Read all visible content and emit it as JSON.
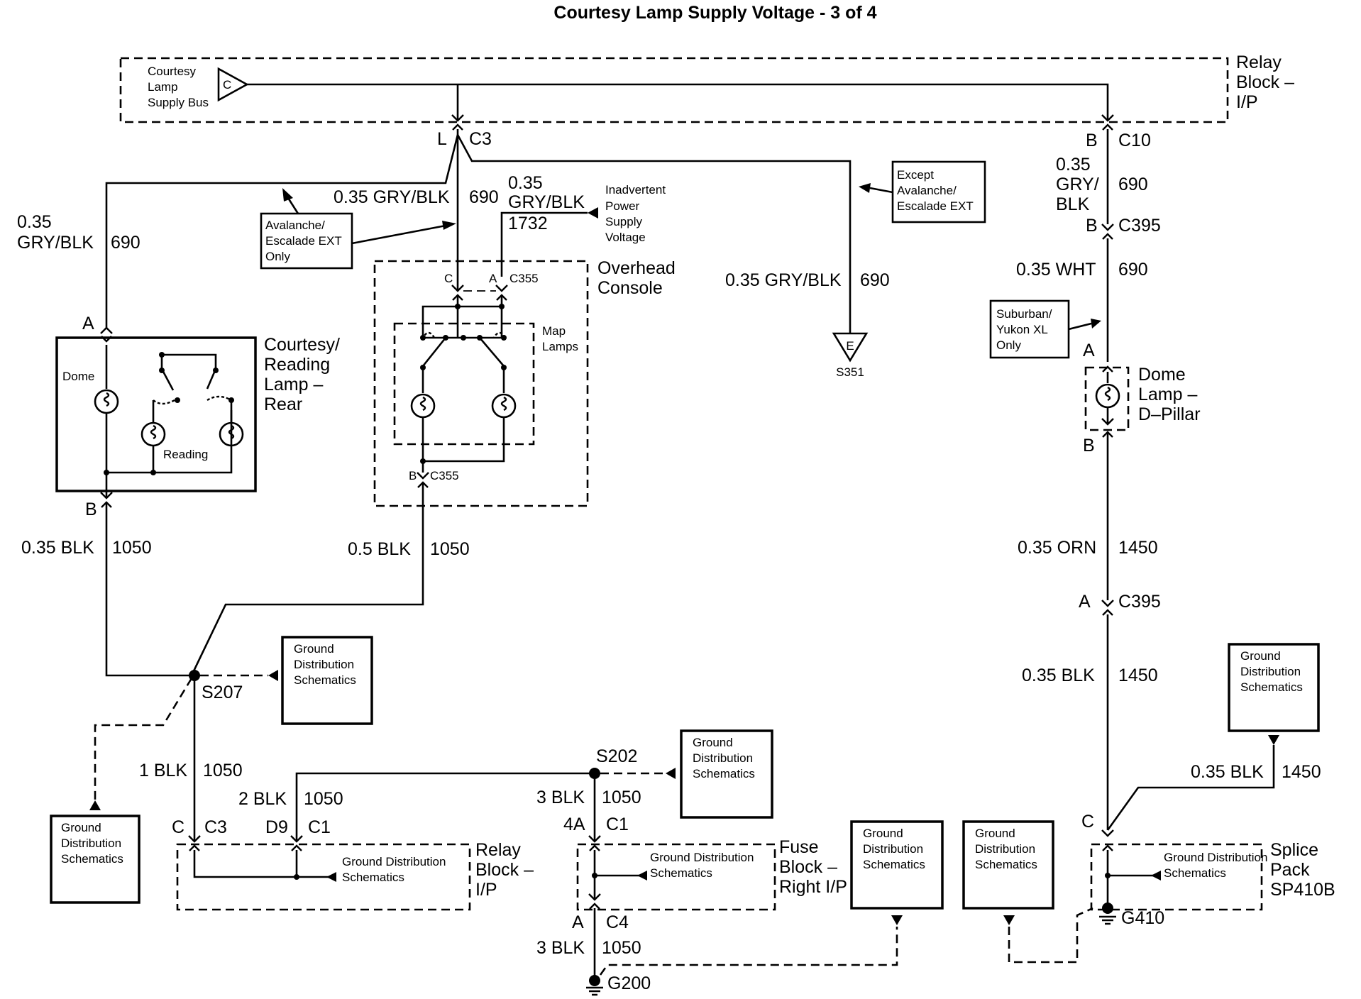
{
  "title": "Courtesy Lamp Supply Voltage - 3 of 4",
  "relay_block_top": {
    "bus_l1": "Courtesy",
    "bus_l2": "Lamp",
    "bus_l3": "Supply Bus",
    "bus_letter": "C",
    "name_l1": "Relay",
    "name_l2": "Block –",
    "name_l3": "I/P"
  },
  "connectors": {
    "l_pin": "L",
    "c3": "C3",
    "c10_pin": "B",
    "c10": "C10",
    "c395_top_pin": "B",
    "c395_top": "C395",
    "c355_pin_c": "C",
    "c355_pin_a": "A",
    "c355_top": "C355",
    "c355_pin_b": "B",
    "c355_bottom": "C355",
    "rear_pin_a": "A",
    "rear_pin_b": "B",
    "dome_pin_a": "A",
    "dome_pin_b": "B",
    "c395_bot_pin": "A",
    "c395_bot": "C395",
    "splice_pin_c": "C",
    "rb_pin_c": "C",
    "rb_c3": "C3",
    "rb_pin_d9": "D9",
    "rb_c1": "C1",
    "fb_pin": "4A",
    "fb_c1": "C1",
    "c4_pin": "A",
    "c4": "C4"
  },
  "wires": {
    "w_rear_690_size": "0.35",
    "w_rear_690_color": "GRY/BLK",
    "w_rear_690_circuit": "690",
    "w_oc_690_label": "0.35 GRY/BLK",
    "w_oc_690_circuit": "690",
    "w_1732_size": "0.35",
    "w_1732_color": "GRY/BLK",
    "w_1732_circuit": "1732",
    "w_s351_label": "0.35 GRY/BLK",
    "w_s351_circuit": "690",
    "w_c10_size": "0.35",
    "w_c10_color1": "GRY/",
    "w_c10_color2": "BLK",
    "w_c10_circuit": "690",
    "w_wht_label": "0.35 WHT",
    "w_wht_circuit": "690",
    "w_orn_label": "0.35 ORN",
    "w_orn_circuit": "1450",
    "w_blk1450_label": "0.35 BLK",
    "w_blk1450_circuit": "1450",
    "w_blk1450b_label": "0.35 BLK",
    "w_blk1450b_circuit": "1450",
    "w_rear_1050_label": "0.35 BLK",
    "w_rear_1050_circuit": "1050",
    "w_oc_1050_label": "0.5 BLK",
    "w_oc_1050_circuit": "1050",
    "w_1blk_label": "1 BLK",
    "w_1blk_circuit": "1050",
    "w_2blk_label": "2 BLK",
    "w_2blk_circuit": "1050",
    "w_3blk_label": "3 BLK",
    "w_3blk_circuit": "1050",
    "w_3blk_b_label": "3 BLK",
    "w_3blk_b_circuit": "1050"
  },
  "notes": {
    "avalanche_l1": "Avalanche/",
    "avalanche_l2": "Escalade EXT",
    "avalanche_l3": "Only",
    "except_l1": "Except",
    "except_l2": "Avalanche/",
    "except_l3": "Escalade EXT",
    "suburban_l1": "Suburban/",
    "suburban_l2": "Yukon XL",
    "suburban_l3": "Only",
    "inadvertent_l1": "Inadvertent",
    "inadvertent_l2": "Power",
    "inadvertent_l3": "Supply",
    "inadvertent_l4": "Voltage"
  },
  "components": {
    "rear_l1": "Courtesy/",
    "rear_l2": "Reading",
    "rear_l3": "Lamp –",
    "rear_l4": "Rear",
    "rear_dome": "Dome",
    "rear_reading": "Reading",
    "overhead_l1": "Overhead",
    "overhead_l2": "Console",
    "map_l1": "Map",
    "map_l2": "Lamps",
    "dome_l1": "Dome",
    "dome_l2": "Lamp –",
    "dome_l3": "D–Pillar",
    "rb_l1": "Relay",
    "rb_l2": "Block –",
    "rb_l3": "I/P",
    "fb_l1": "Fuse",
    "fb_l2": "Block –",
    "fb_l3": "Right I/P",
    "sp_l1": "Splice",
    "sp_l2": "Pack",
    "sp_l3": "SP410B"
  },
  "splices": {
    "s207": "S207",
    "s202": "S202",
    "s351": "S351",
    "s351_letter": "E"
  },
  "grounds": {
    "g200": "G200",
    "g410": "G410"
  },
  "gds": {
    "l1": "Ground",
    "l2": "Distribution",
    "l3": "Schematics",
    "inline": "Ground Distribution"
  }
}
